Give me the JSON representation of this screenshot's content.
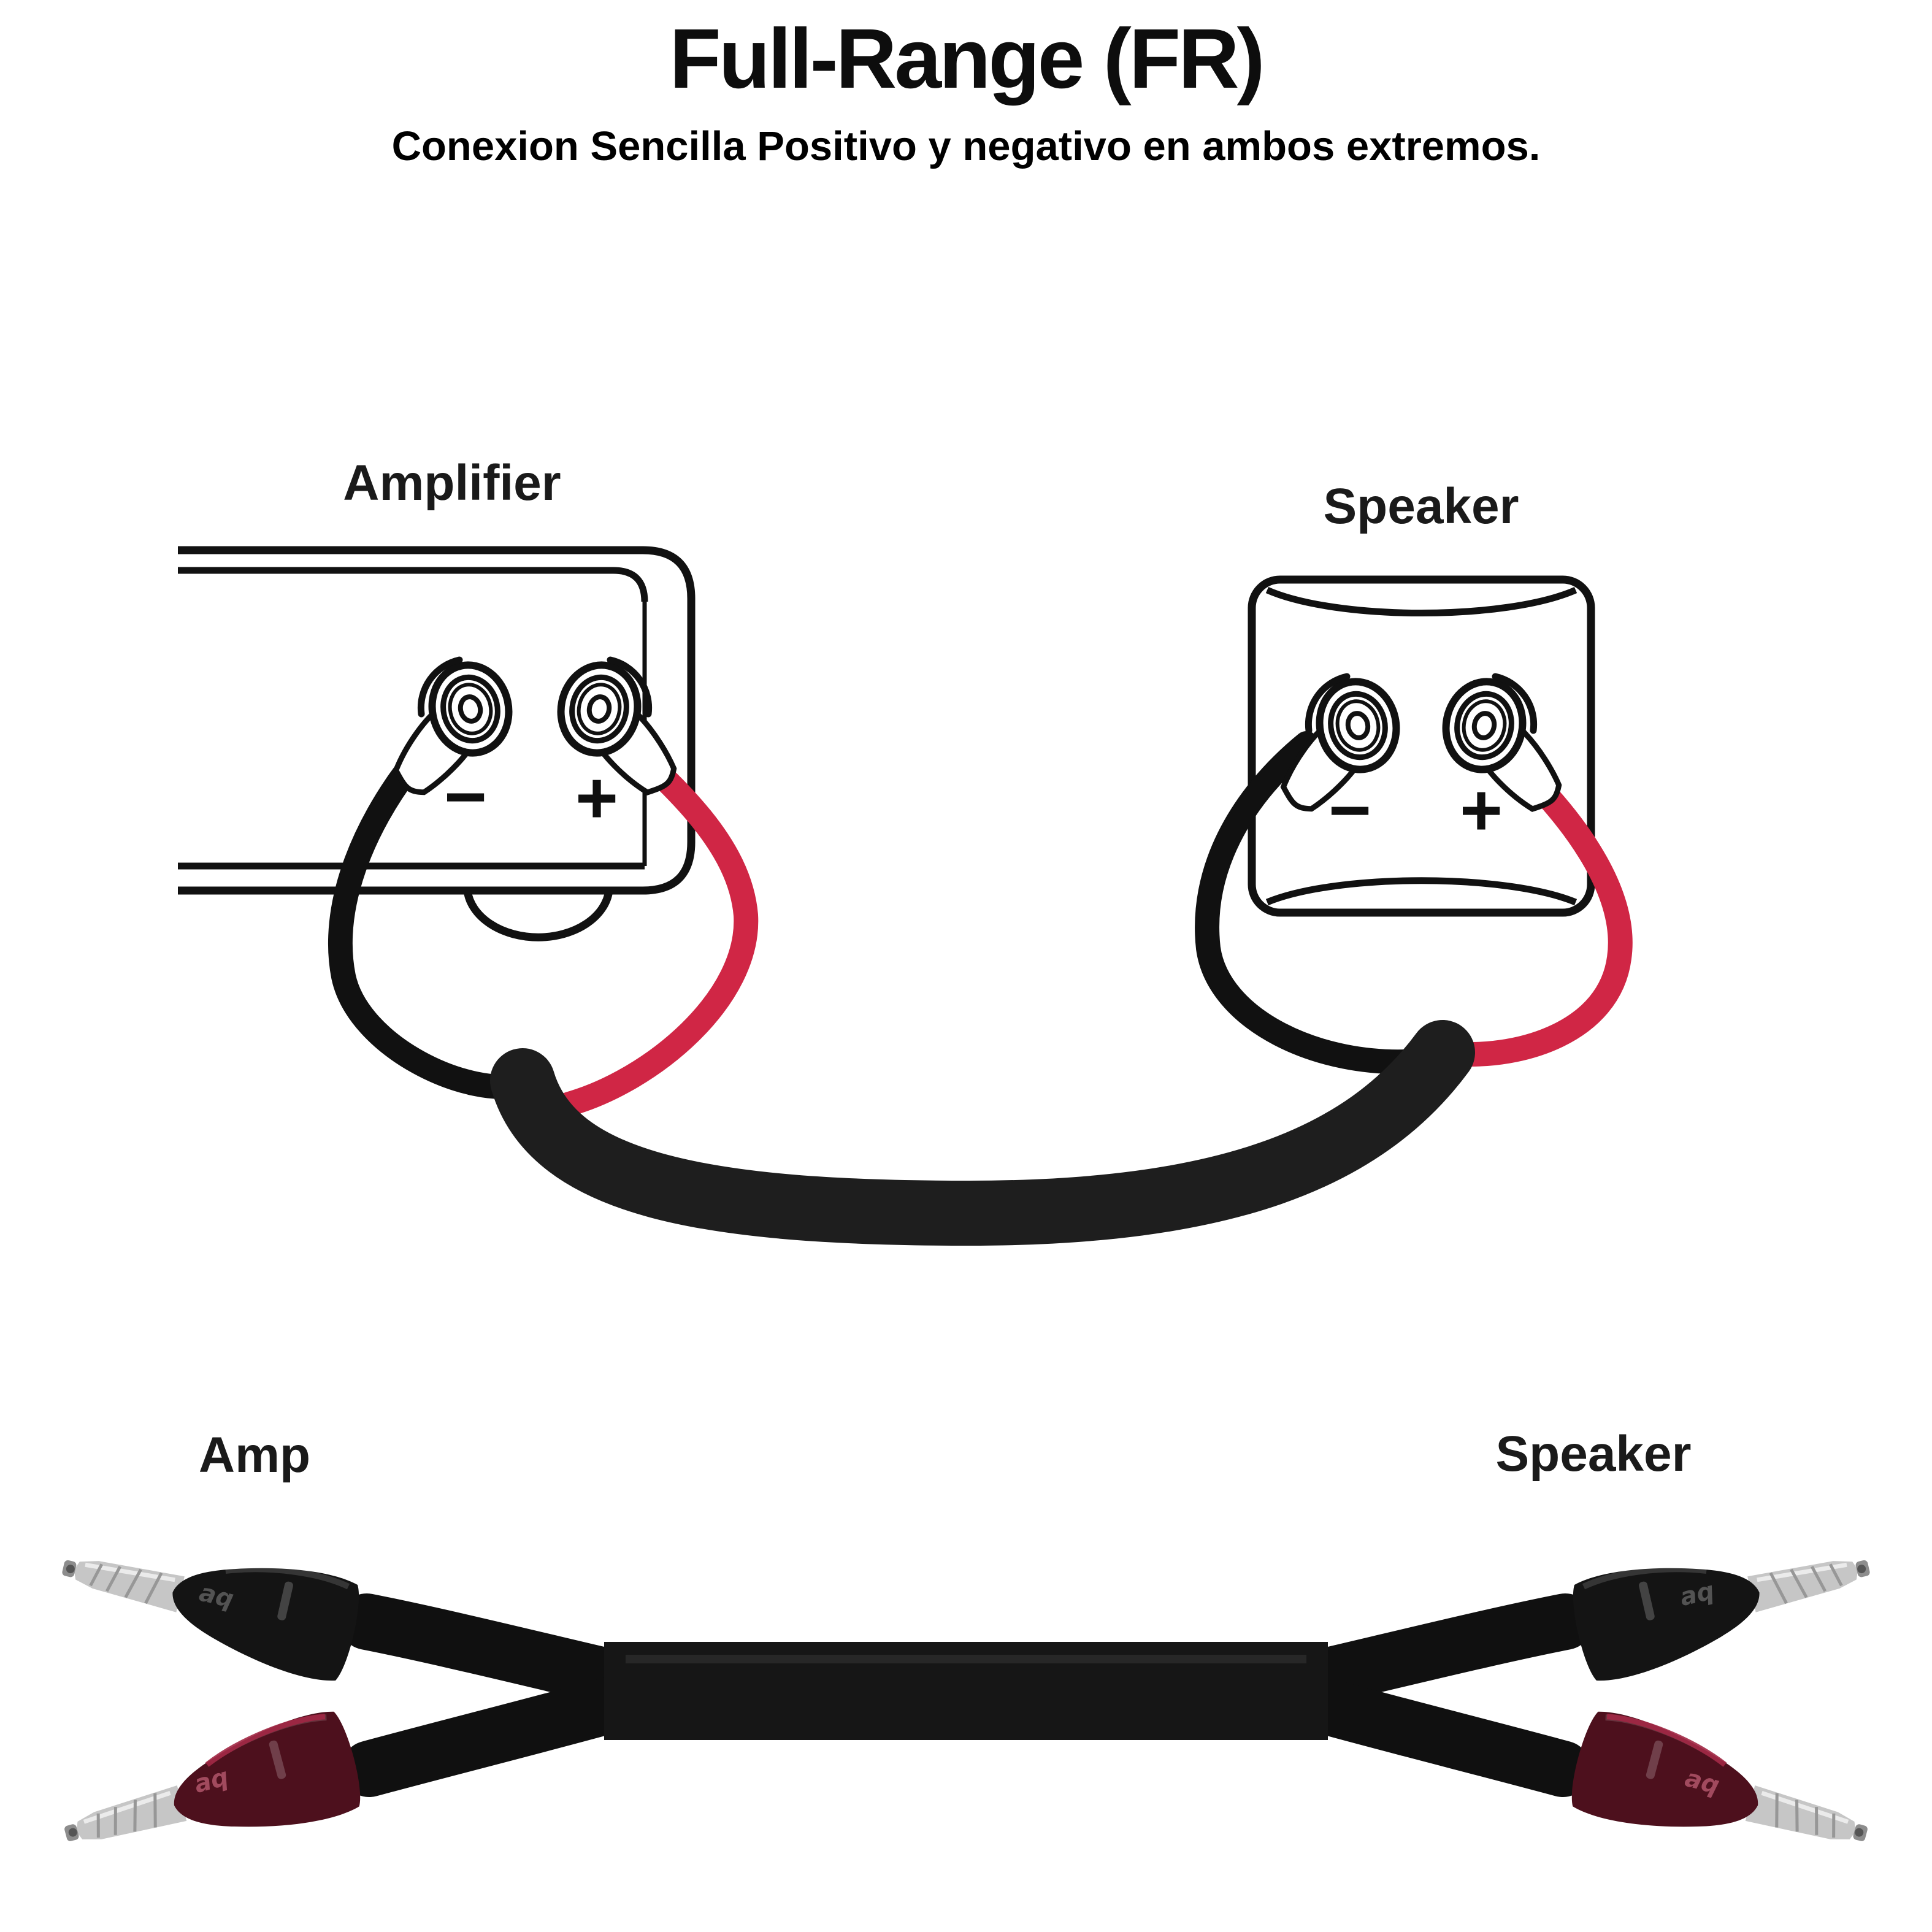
{
  "header": {
    "title": "Full-Range (FR)",
    "subtitle": "Conexion Sencilla Positivo y negativo en ambos extremos."
  },
  "diagram": {
    "amplifier": {
      "label": "Amplifier",
      "negative_sign": "−",
      "positive_sign": "+"
    },
    "speaker": {
      "label": "Speaker",
      "negative_sign": "−",
      "positive_sign": "+"
    },
    "colors": {
      "outline": "#111111",
      "negative_wire": "#111111",
      "positive_wire": "#d02645",
      "cable_jacket": "#1e1e1e"
    }
  },
  "photo": {
    "amp_label": "Amp",
    "speaker_label": "Speaker",
    "brand_mark": "aq",
    "colors": {
      "cable": "#161616",
      "black_connector": "#141414",
      "red_connector": "#4d101d",
      "red_connector_rim": "#a12744",
      "banana_tip": "#c6c6c6"
    }
  }
}
